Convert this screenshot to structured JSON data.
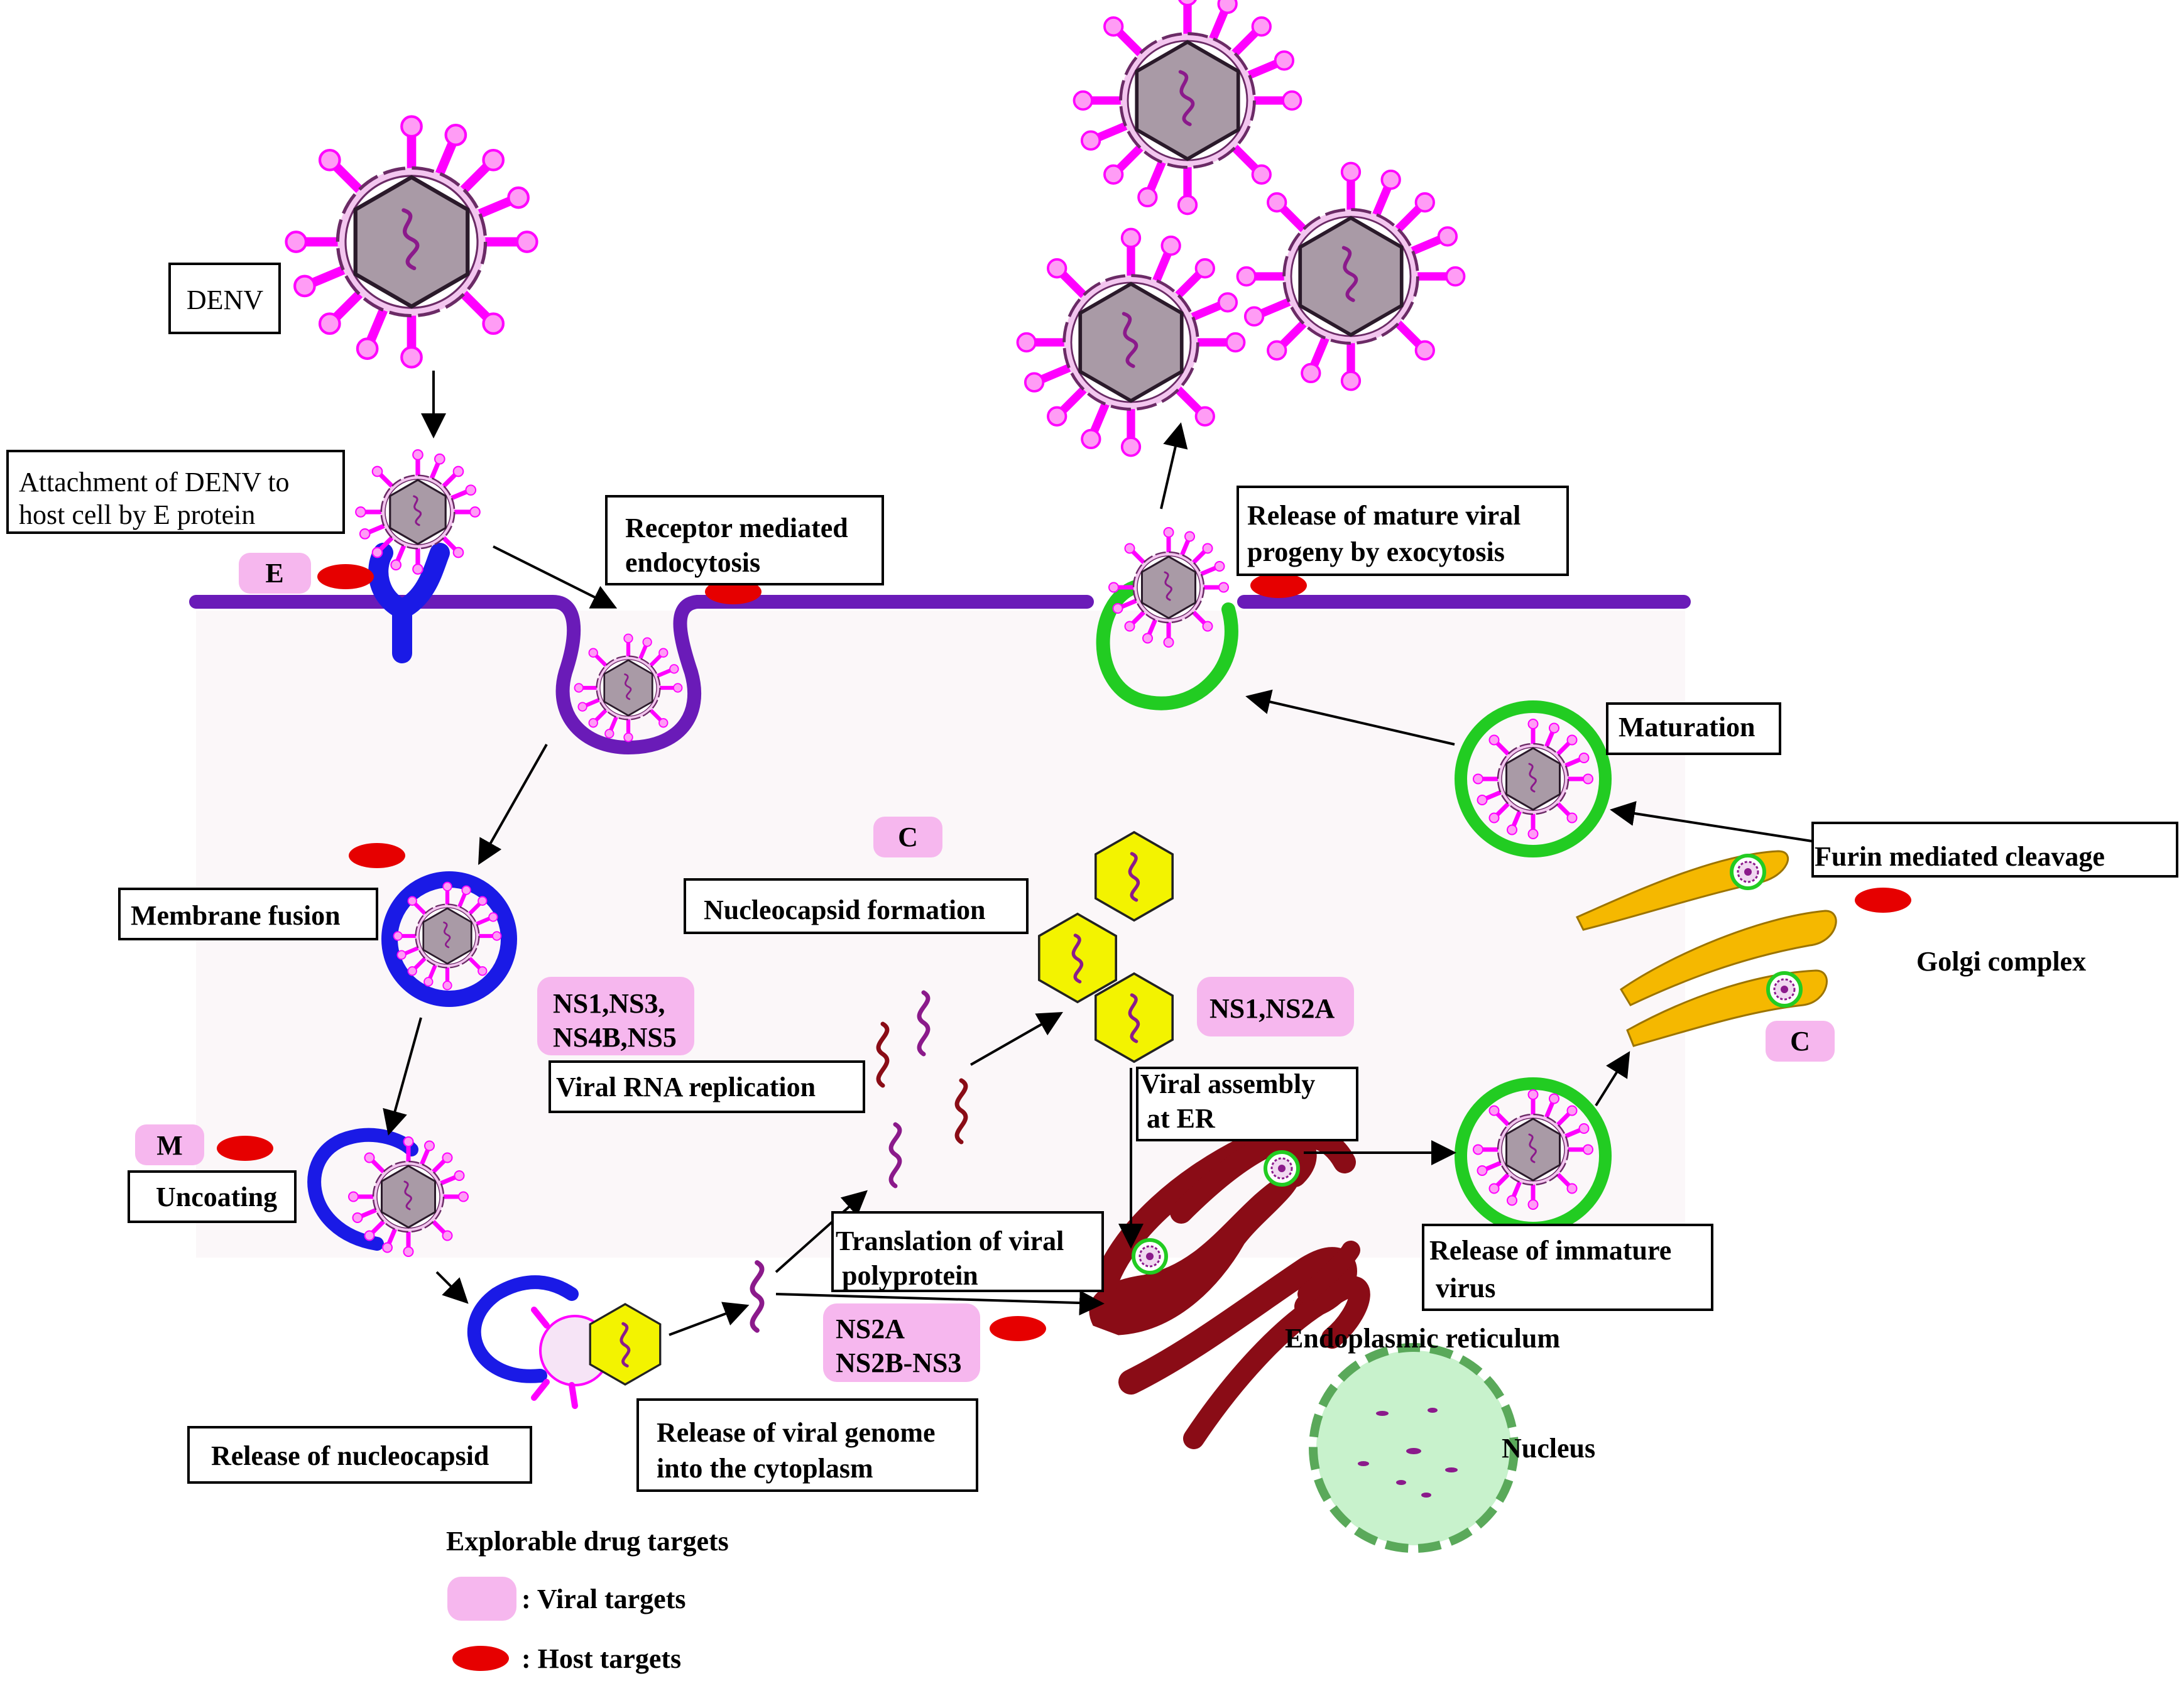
{
  "colors": {
    "viral_target": "#f6b7ee",
    "host_target": "#e60000",
    "spike": "#ff00ff",
    "capsid": "#a99aa6",
    "membrane": "#6a1bb8",
    "receptor": "#1a1ae6",
    "endosome": "#1a1ae6",
    "vesicle_green": "#22cc22",
    "golgi": "#f5b800",
    "er": "#8a0c16",
    "nucleus": "#c8f2cc",
    "nucleocapsid": "#f3f300",
    "rna_purple": "#8b1a8b",
    "rna_red": "#8a0c16",
    "cytoplasm": "#fbf7f9"
  },
  "labels": {
    "denv": "DENV",
    "attachment_1": "Attachment of DENV to",
    "attachment_2": "host cell by E protein",
    "endocytosis_1": "Receptor mediated",
    "endocytosis_2": "endocytosis",
    "release_mature_1": "Release of mature viral",
    "release_mature_2": "progeny by exocytosis",
    "maturation": "Maturation",
    "furin": "Furin mediated cleavage",
    "golgi": "Golgi complex",
    "membrane_fusion": "Membrane fusion",
    "nucleocapsid_formation": "Nucleocapsid formation",
    "viral_rna_replication": "Viral RNA replication",
    "viral_assembly_1": "Viral assembly",
    "viral_assembly_2": "at ER",
    "uncoating": "Uncoating",
    "translation_1": "Translation of viral",
    "translation_2": "polyprotein",
    "release_immature_1": "Release of immature",
    "release_immature_2": "virus",
    "er": "Endoplasmic reticulum",
    "nucleus": "Nucleus",
    "release_nucleocapsid": "Release of nucleocapsid",
    "release_genome_1": "Release of viral genome",
    "release_genome_2": "into the cytoplasm"
  },
  "viral_targets": {
    "e": "E",
    "c_top": "C",
    "c_golgi": "C",
    "m": "M",
    "ns_replication_1": "NS1,NS3,",
    "ns_replication_2": "NS4B,NS5",
    "ns_assembly": "NS1,NS2A",
    "ns_translation_1": "NS2A",
    "ns_translation_2": "NS2B-NS3"
  },
  "legend": {
    "title": "Explorable drug targets",
    "viral": ": Viral targets",
    "host": ": Host targets"
  }
}
